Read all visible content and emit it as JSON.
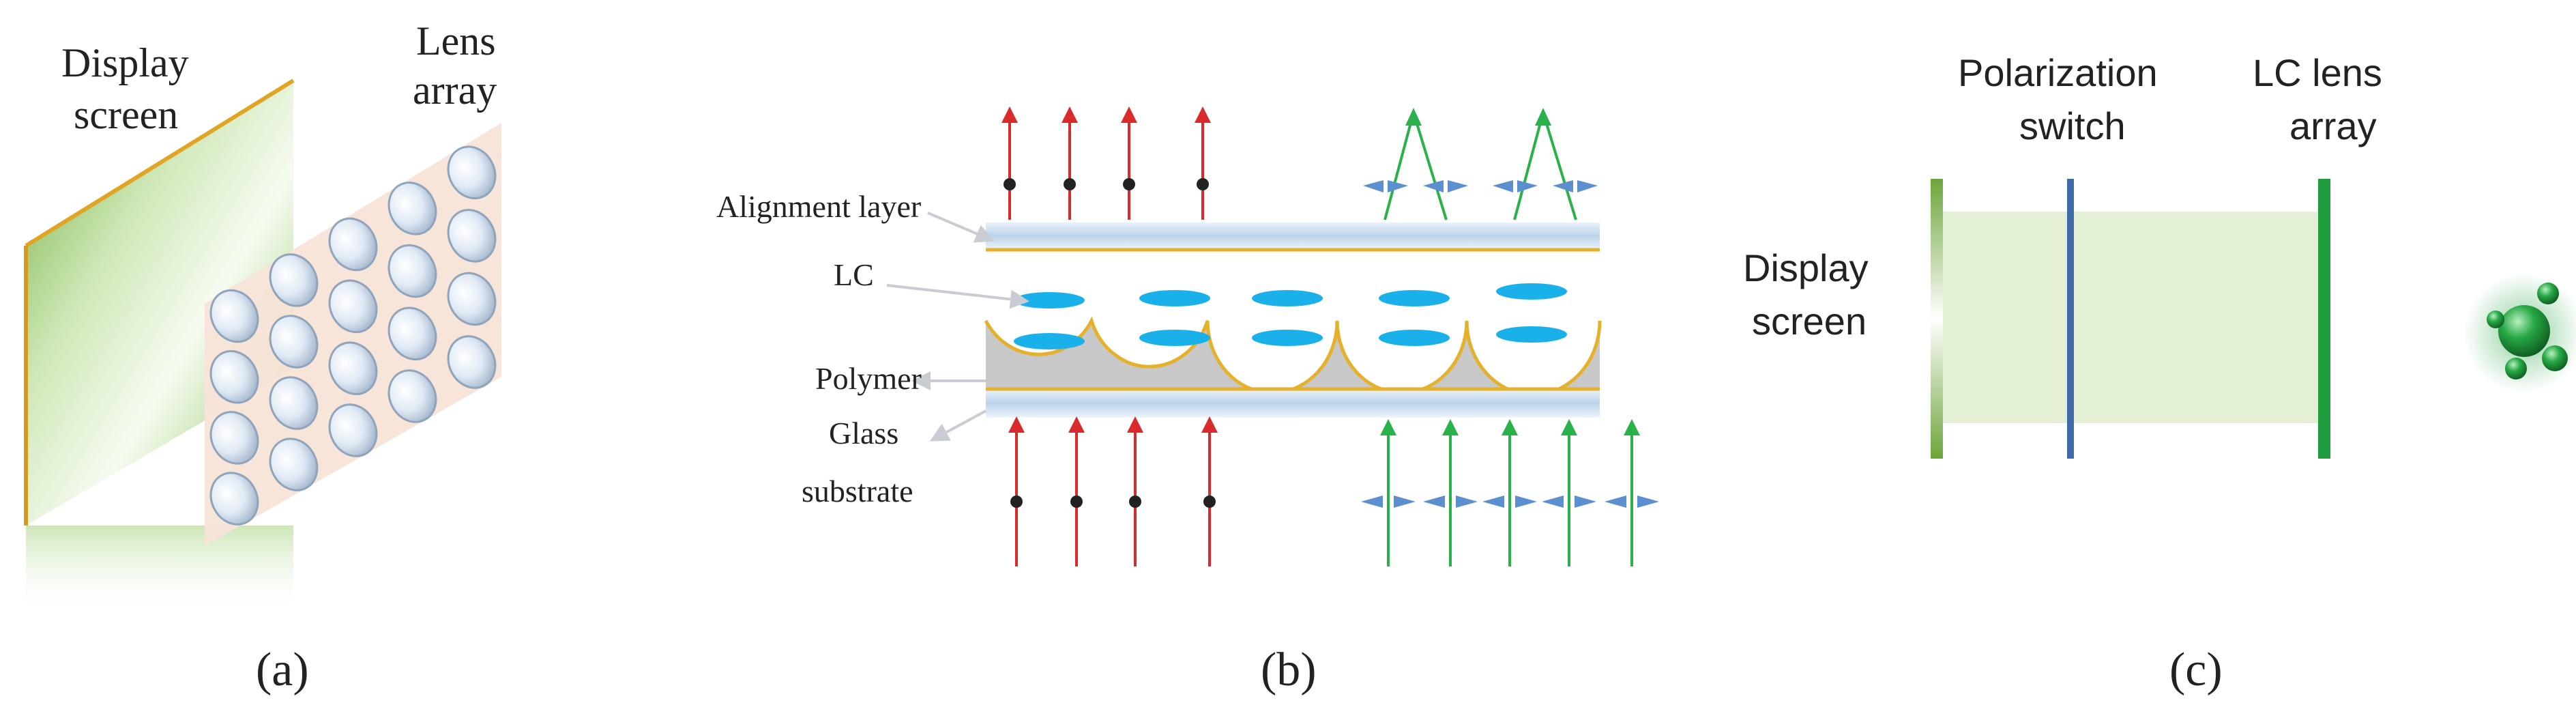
{
  "panel_a": {
    "display_screen": [
      "Display",
      "screen"
    ],
    "lens_array": [
      "Lens",
      "array"
    ],
    "caption": "(a)",
    "lens_grid": {
      "columns": 5,
      "rows": 4
    }
  },
  "panel_b": {
    "labels": {
      "alignment_layer": "Alignment layer",
      "lc": "LC",
      "polymer": "Polymer",
      "glass_substrate": [
        "Glass",
        "substrate"
      ]
    },
    "caption": "(b)",
    "colors": {
      "red_ray": "#d92b2b",
      "green_ray": "#2bb14a",
      "lc_molecule": "#1ab0ea",
      "polymer": "#c8c8c8",
      "lens_border": "#e6b12a",
      "arrow_marker": "#5b8fd0"
    }
  },
  "panel_c": {
    "polarization_switch": [
      "Polarization",
      "switch"
    ],
    "lc_lens_array": [
      "LC lens",
      "array"
    ],
    "display_screen": [
      "Display",
      "screen"
    ],
    "caption": "(c)",
    "colors": {
      "lens_array": "#1f9c3e",
      "switch": "#3f6aa8",
      "beam": "#e4f0d6"
    }
  }
}
